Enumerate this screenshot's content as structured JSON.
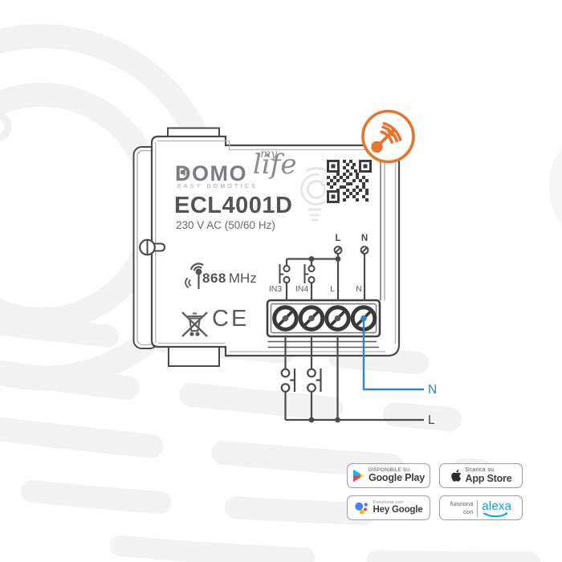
{
  "brand": {
    "my": "my",
    "domo": "DOMO",
    "life": "life",
    "tagline": "EASY DOMOTICS"
  },
  "device": {
    "model": "ECL4001D",
    "power": "230 V AC  (50/60 Hz)",
    "rf_value": "868",
    "rf_unit": "MHz",
    "ce": "CE"
  },
  "wiring": {
    "top_l": "L",
    "top_n": "N",
    "terminals": [
      "IN3",
      "IN4",
      "L",
      "N"
    ],
    "out_n": "N",
    "out_l": "L"
  },
  "badges": {
    "google_play": {
      "pre": "DISPONIBILE SU",
      "name": "Google Play"
    },
    "app_store": {
      "pre": "Scarica su",
      "name": "App Store"
    },
    "hey_google": {
      "pre": "Funziona con",
      "name": "Hey Google"
    },
    "alexa": {
      "pre1": "funziona",
      "pre2": "con",
      "name": "alexa"
    }
  },
  "colors": {
    "accent_orange": "#e8742b",
    "wire_gray": "#4a4a4d",
    "neutral_blue": "#2d87c3",
    "alexa_blue": "#00a8e0"
  },
  "icons": [
    "rf-transmit-icon",
    "qr-code",
    "antenna-icon",
    "weee-bin-icon",
    "play-triangle-icon",
    "apple-icon",
    "google-assistant-icon",
    "alexa-smile-icon",
    "speaker-icon"
  ]
}
